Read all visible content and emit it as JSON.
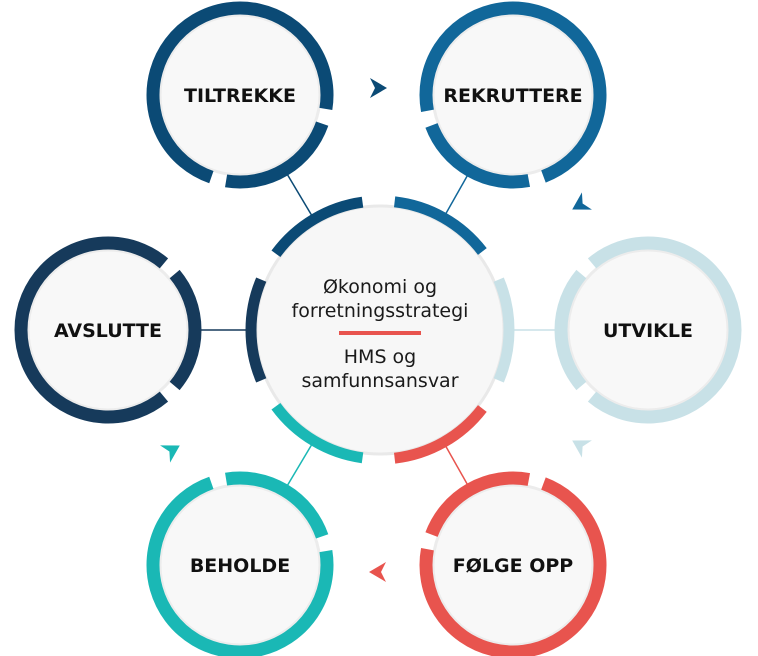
{
  "center": {
    "line1": "Økonomi og",
    "line2": "forretningsstrategi",
    "line3": "HMS og",
    "line4": "samfunnsansvar",
    "divider_color": "#e8544e"
  },
  "stages": [
    {
      "label": "TILTREKKE",
      "color": "#0b4a75"
    },
    {
      "label": "REKRUTTERE",
      "color": "#11679a"
    },
    {
      "label": "UTVIKLE",
      "color": "#c8e1e7"
    },
    {
      "label": "FØLGE OPP",
      "color": "#e8544e"
    },
    {
      "label": "BEHOLDE",
      "color": "#1ab8b5"
    },
    {
      "label": "AVSLUTTE",
      "color": "#163a5b"
    }
  ]
}
